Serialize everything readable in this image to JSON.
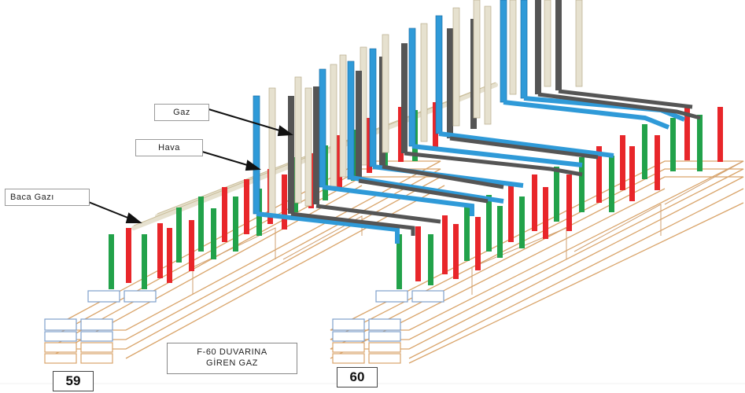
{
  "labels": {
    "gas": "Gaz",
    "air": "Hava",
    "flue_gas": "Baca Gazı"
  },
  "units": {
    "left": "59",
    "right": "60"
  },
  "note": {
    "line1": "F-60 DUVARINA",
    "line2": "GİREN GAZ"
  },
  "colors": {
    "gas_pipe": "#5a5a5a",
    "air_pipe": "#2f9ad8",
    "flue_pipe": "#e6e1cf",
    "burner_red": "#e8262a",
    "burner_green": "#22a24a",
    "duct_outline": "#d9a46a",
    "box_blue": "#9cb6d8"
  }
}
